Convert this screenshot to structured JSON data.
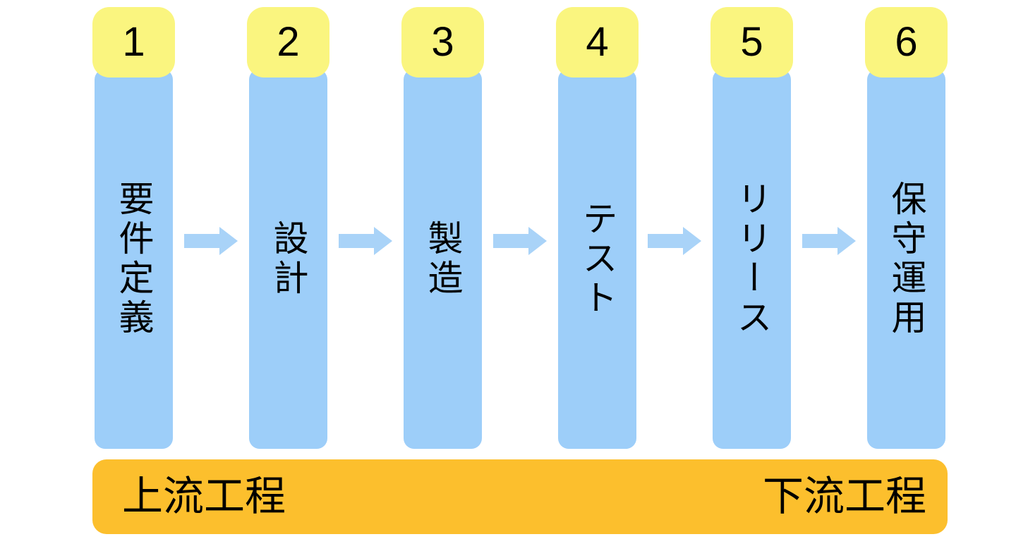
{
  "diagram": {
    "type": "process-flow",
    "language": "ja",
    "stages": [
      {
        "number": "1",
        "label": "要件定義"
      },
      {
        "number": "2",
        "label": "設計"
      },
      {
        "number": "3",
        "label": "製造"
      },
      {
        "number": "4",
        "label": "テスト"
      },
      {
        "number": "5",
        "label": "リリース"
      },
      {
        "number": "6",
        "label": "保守運用"
      }
    ],
    "arrow_count": 5,
    "footer": {
      "left_label": "上流工程",
      "right_label": "下流工程"
    },
    "colors": {
      "background": "#ffffff",
      "stage_number_bg": "#faf57f",
      "stage_bar_bg": "#9dcef9",
      "arrow": "#a9d3f8",
      "footer_bg": "#fcbf2d",
      "text": "#000000"
    }
  }
}
